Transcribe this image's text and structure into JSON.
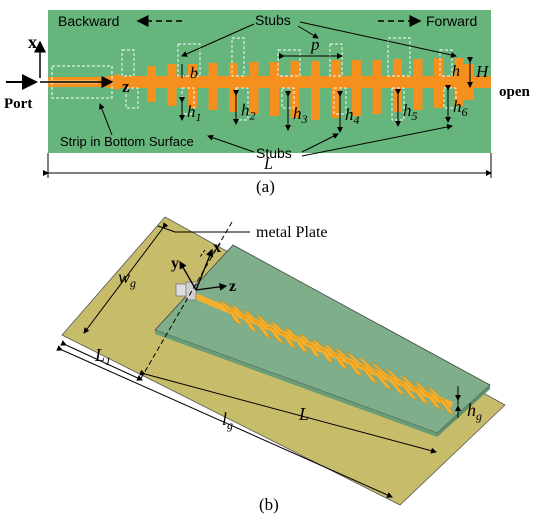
{
  "panel_a": {
    "caption": "(a)",
    "backward": "Backward",
    "forward": "Forward",
    "stubs_top": "Stubs",
    "stubs_bottom": "Stubs",
    "axis_x": "x",
    "axis_z": "z",
    "port": "Port",
    "open": "open",
    "strip_note": "Strip in Bottom Surface",
    "p": "p",
    "b": "b",
    "H": "H",
    "h": "h",
    "L": "L",
    "h_labels": [
      {
        "base": "h",
        "sub": "1"
      },
      {
        "base": "h",
        "sub": "2"
      },
      {
        "base": "h",
        "sub": "3"
      },
      {
        "base": "h",
        "sub": "4"
      },
      {
        "base": "h",
        "sub": "5"
      },
      {
        "base": "h",
        "sub": "6"
      }
    ],
    "colors": {
      "substrate": "#66b57c",
      "strip": "#f5901e",
      "line": "#000000"
    }
  },
  "panel_b": {
    "caption": "(b)",
    "metal_plate": "metal Plate",
    "axis_x": "x",
    "axis_y": "y",
    "axis_z": "z",
    "wg": {
      "base": "w",
      "sub": "g"
    },
    "L1": {
      "base": "L",
      "sub": "1"
    },
    "lg": {
      "base": "l",
      "sub": "g"
    },
    "L": "L",
    "hg": {
      "base": "h",
      "sub": "g"
    },
    "colors": {
      "ground": "#c7bc6a",
      "substrate": "#7fae8a",
      "strip": "#f5b02e"
    }
  }
}
